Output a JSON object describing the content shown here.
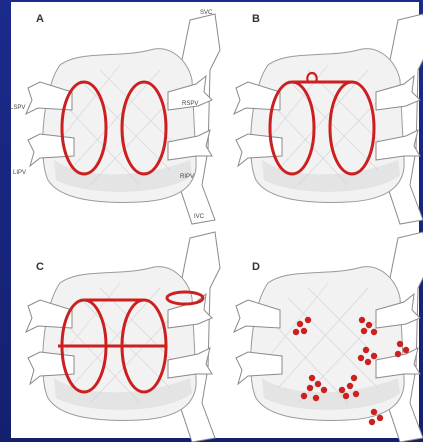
{
  "panels": [
    {
      "letter": "A"
    },
    {
      "letter": "B"
    },
    {
      "letter": "C"
    },
    {
      "letter": "D"
    }
  ],
  "labels": {
    "svc": "SVC",
    "lspv": "LSPV",
    "rspv": "RSPV",
    "lipv": "LIPV",
    "ripv": "RIPV",
    "ivc": "IVC"
  },
  "colors": {
    "background": "#1b2a8c",
    "lesion": "#cc1f1f",
    "atrium": "#f2f2f2"
  }
}
